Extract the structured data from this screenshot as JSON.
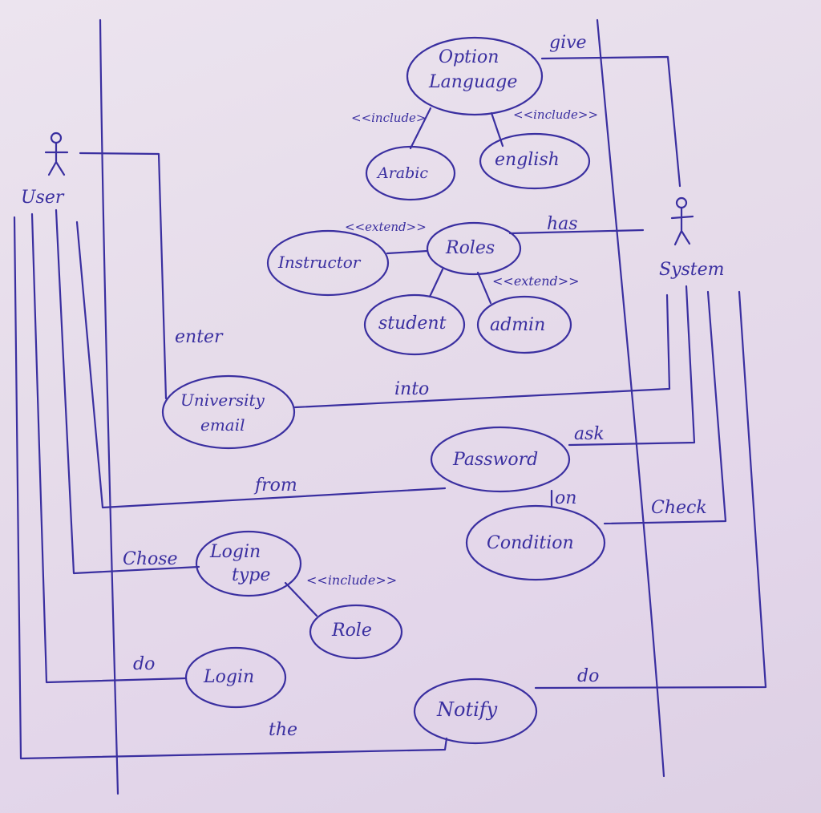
{
  "actors": {
    "user": "User",
    "system": "System"
  },
  "use_cases": {
    "option_language_1": "Option",
    "option_language_2": "Language",
    "arabic": "Arabic",
    "english": "english",
    "roles": "Roles",
    "instructor": "Instructor",
    "student": "student",
    "admin": "admin",
    "university_email_1": "University",
    "university_email_2": "email",
    "password": "Password",
    "condition": "Condition",
    "login_type_1": "Login",
    "login_type_2": "type",
    "role": "Role",
    "login": "Login",
    "notify": "Notify"
  },
  "relations": {
    "include_arabic": "<<include>",
    "include_english": "<<include>>",
    "extend_instructor": "<<extend>>",
    "extend_admin": "<<extend>>",
    "include_role": "<<include>>",
    "give": "give",
    "has": "has",
    "enter": "enter",
    "into": "into",
    "ask": "ask",
    "from": "from",
    "on": "on",
    "check": "Check",
    "chose": "Chose",
    "do_login": "do",
    "do_notify": "do",
    "the": "the"
  },
  "colors": {
    "ink": "#3a2fa0",
    "paper": "#e6dcea"
  }
}
